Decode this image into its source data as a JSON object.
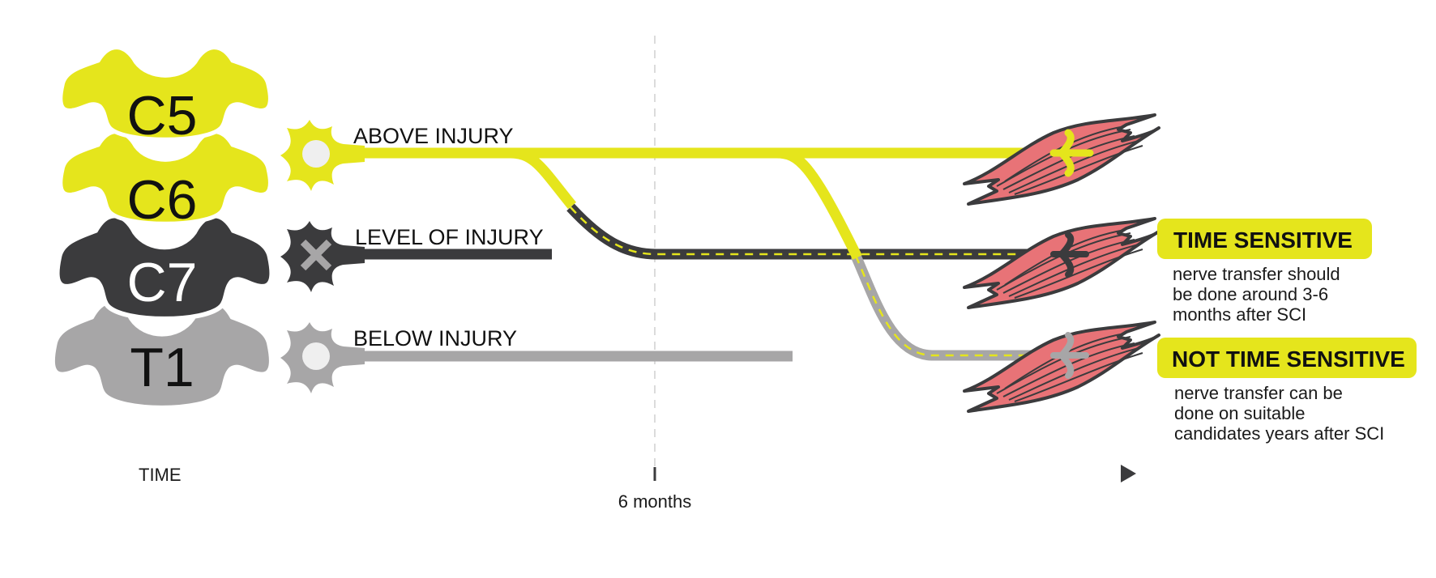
{
  "colors": {
    "yellow": "#e5e51c",
    "dark": "#3b3b3d",
    "grey": "#a7a6a7",
    "nucleus": "#efefef",
    "muscle": "#e87377",
    "muscle_outline": "#3b3b3d",
    "dash": "#e5e51c",
    "text": "#111111"
  },
  "vertebrae": [
    {
      "label": "C5",
      "color": "yellow"
    },
    {
      "label": "C6",
      "color": "yellow"
    },
    {
      "label": "C7",
      "color": "dark"
    },
    {
      "label": "T1",
      "color": "grey"
    }
  ],
  "neurons": [
    {
      "label": "ABOVE INJURY",
      "state": "intact",
      "color": "yellow"
    },
    {
      "label": "LEVEL OF INJURY",
      "state": "injured",
      "color": "dark"
    },
    {
      "label": "BELOW INJURY",
      "state": "intact",
      "color": "grey"
    }
  ],
  "outcomes": [
    {
      "badge": "TIME SENSITIVE",
      "description": [
        "nerve transfer should",
        "be done around 3-6",
        "months after SCI"
      ]
    },
    {
      "badge": "NOT TIME SENSITIVE",
      "description": [
        "nerve transfer can be",
        "done on suitable",
        "candidates years after SCI"
      ]
    }
  ],
  "axis": {
    "label": "TIME",
    "marker_label": "6 months"
  }
}
